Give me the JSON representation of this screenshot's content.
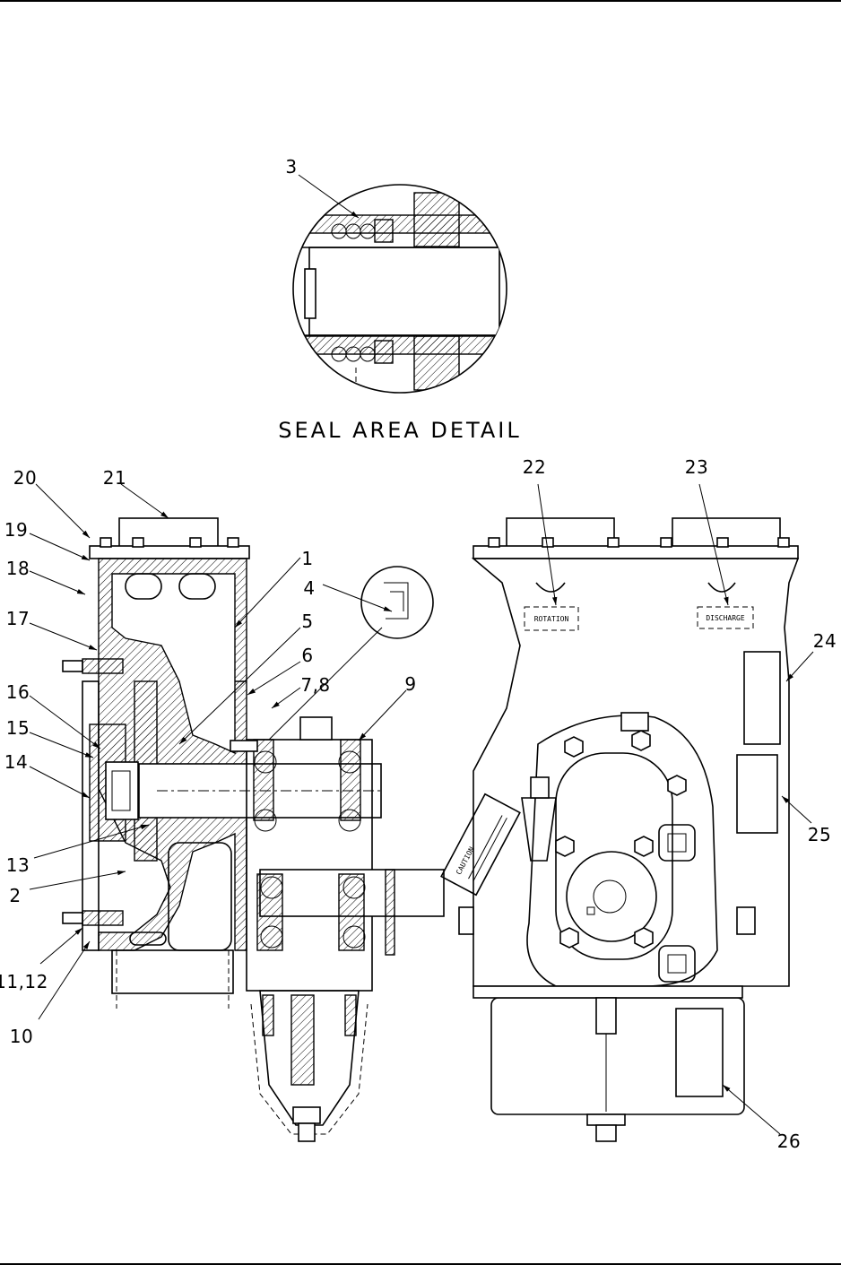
{
  "detail_title": "SEAL AREA DETAIL",
  "callouts": {
    "c1": "1",
    "c2": "2",
    "c3": "3",
    "c4": "4",
    "c5": "5",
    "c6": "6",
    "c78": "7,8",
    "c9": "9",
    "c10": "10",
    "c1112": "11,12",
    "c13": "13",
    "c14": "14",
    "c15": "15",
    "c16": "16",
    "c17": "17",
    "c18": "18",
    "c19": "19",
    "c20": "20",
    "c21": "21",
    "c22": "22",
    "c23": "23",
    "c24": "24",
    "c25": "25",
    "c26": "26"
  },
  "decals": {
    "caution": "CAUTION",
    "d22": "ROTATION",
    "d23": "DISCHARGE"
  }
}
